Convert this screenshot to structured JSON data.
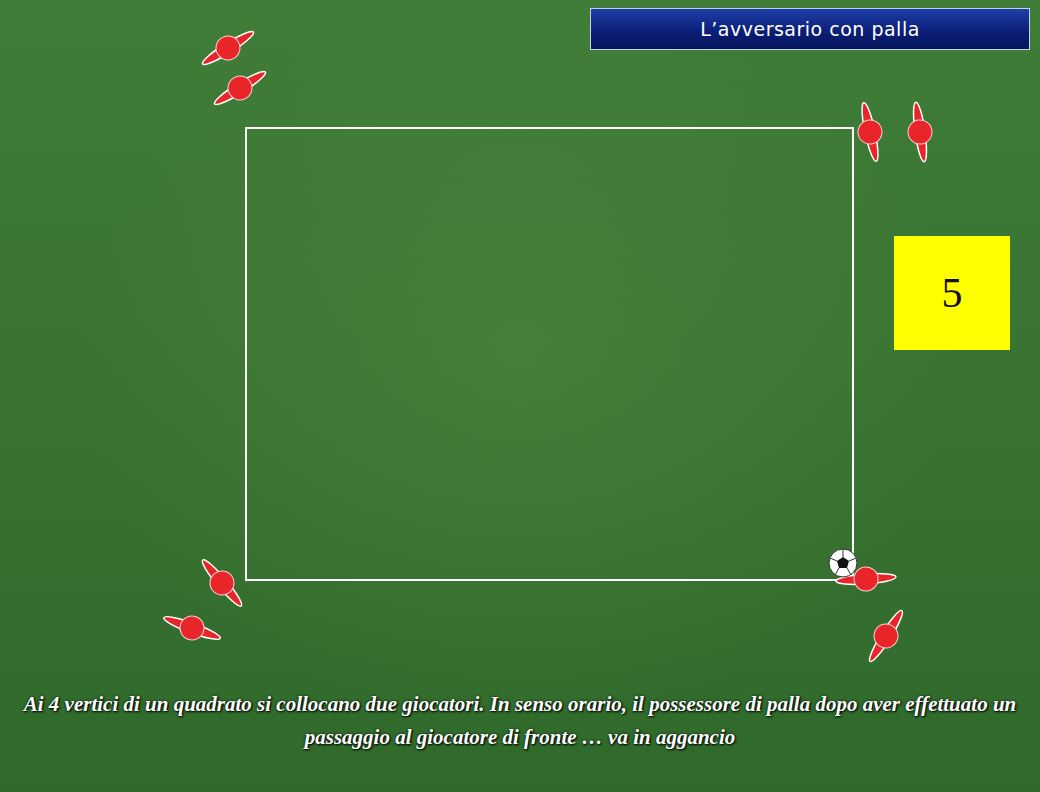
{
  "diagram": {
    "title": "L’avversario con palla",
    "caption": "Ai 4 vertici di un quadrato si collocano due giocatori. In senso orario, il possessore di palla dopo aver effettuato un passaggio al giocatore di fronte … va in aggancio",
    "nodes": [
      {
        "text": [
          "5"
        ]
      }
    ]
  }
}
